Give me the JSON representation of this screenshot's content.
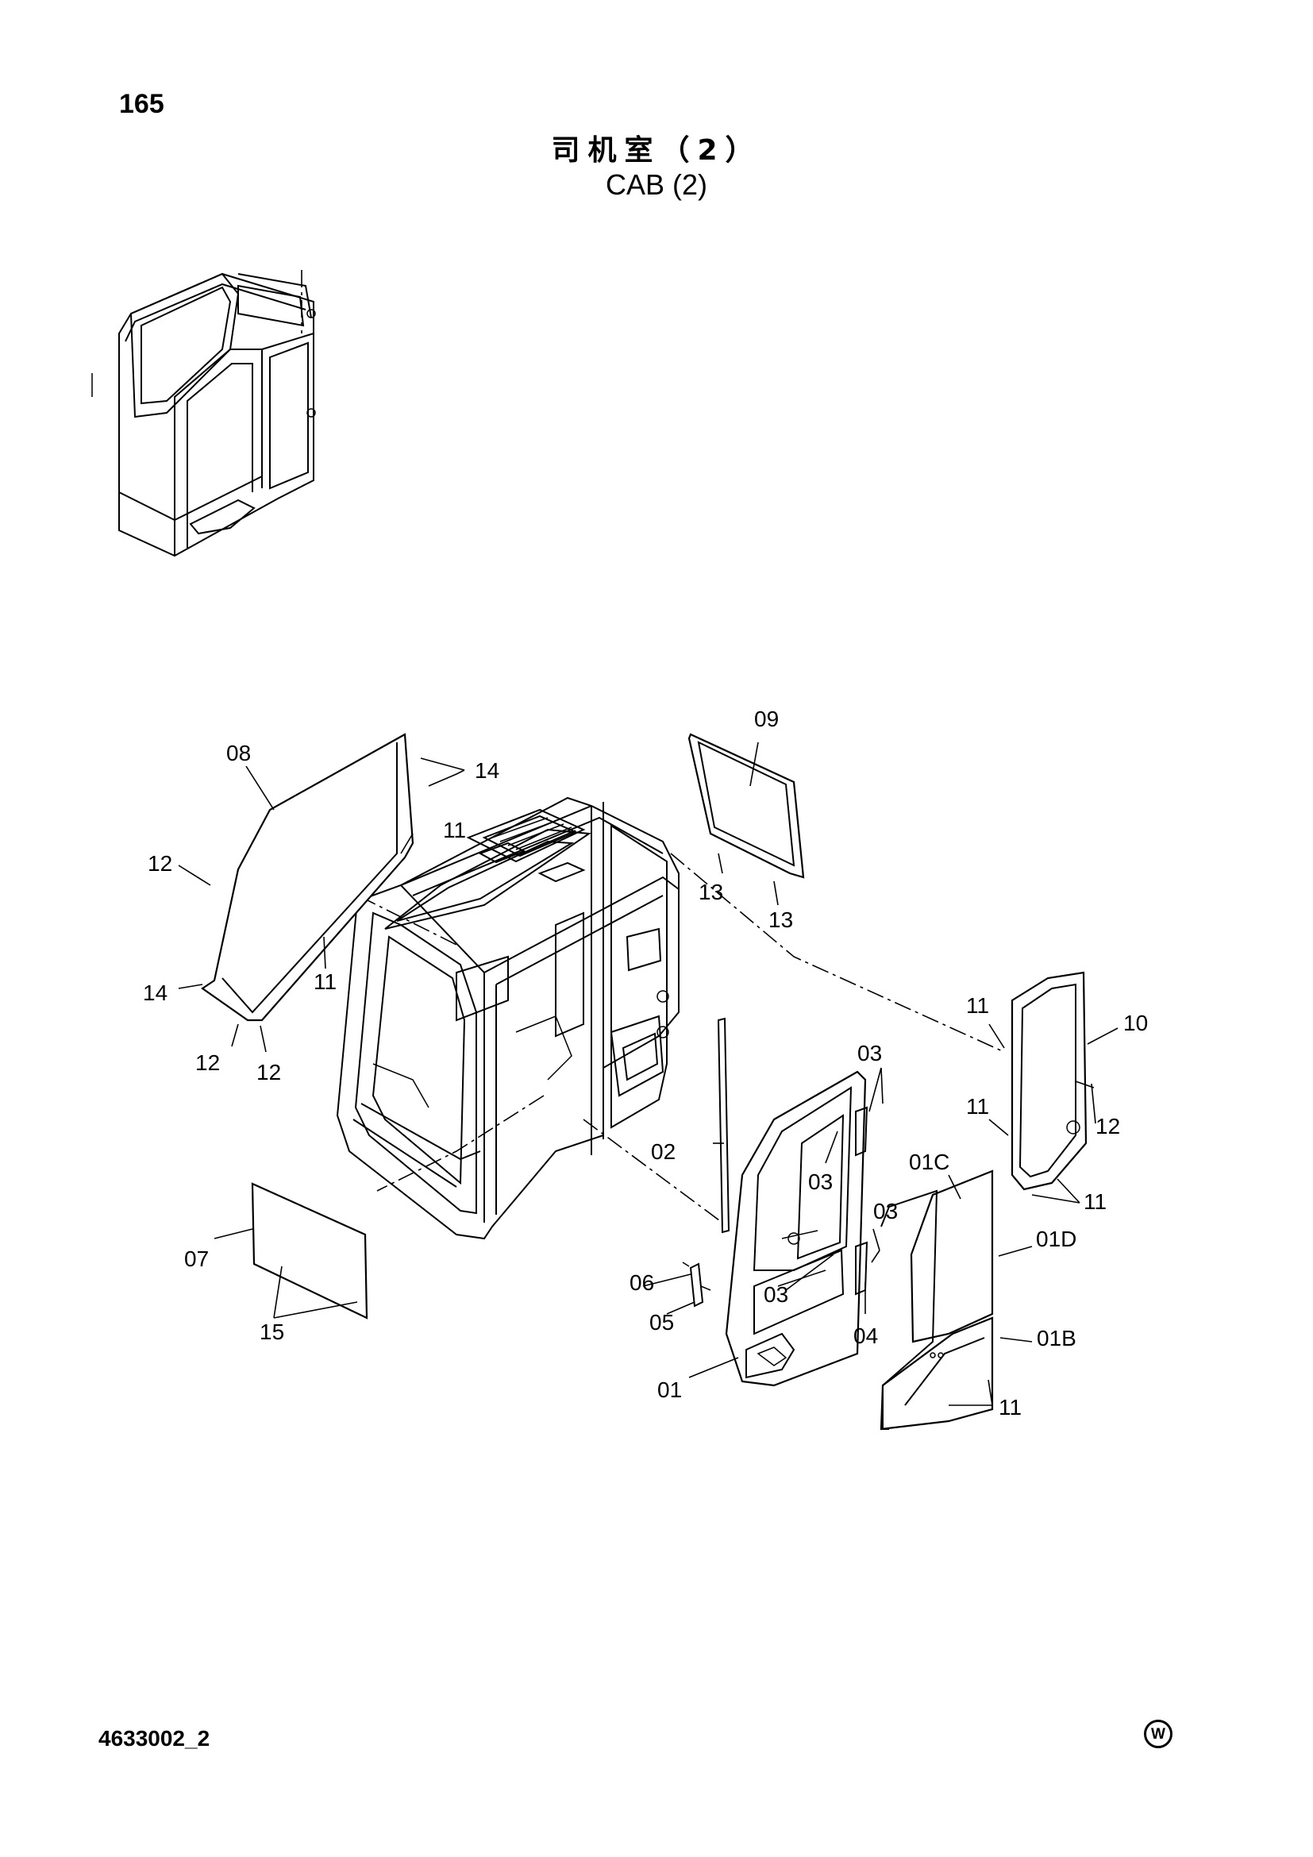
{
  "header": {
    "page_number": "165",
    "title_cn": "司机室（2）",
    "title_en": "CAB (2)"
  },
  "footer": {
    "doc_code": "4633002_2",
    "brand_mark": "W"
  },
  "callouts": {
    "c01": "01",
    "c01B": "01B",
    "c01C": "01C",
    "c01D": "01D",
    "c02": "02",
    "c03": "03",
    "c04": "04",
    "c05": "05",
    "c06": "06",
    "c07": "07",
    "c08": "08",
    "c09": "09",
    "c10": "10",
    "c11": "11",
    "c12": "12",
    "c13": "13",
    "c14": "14",
    "c15": "15"
  }
}
